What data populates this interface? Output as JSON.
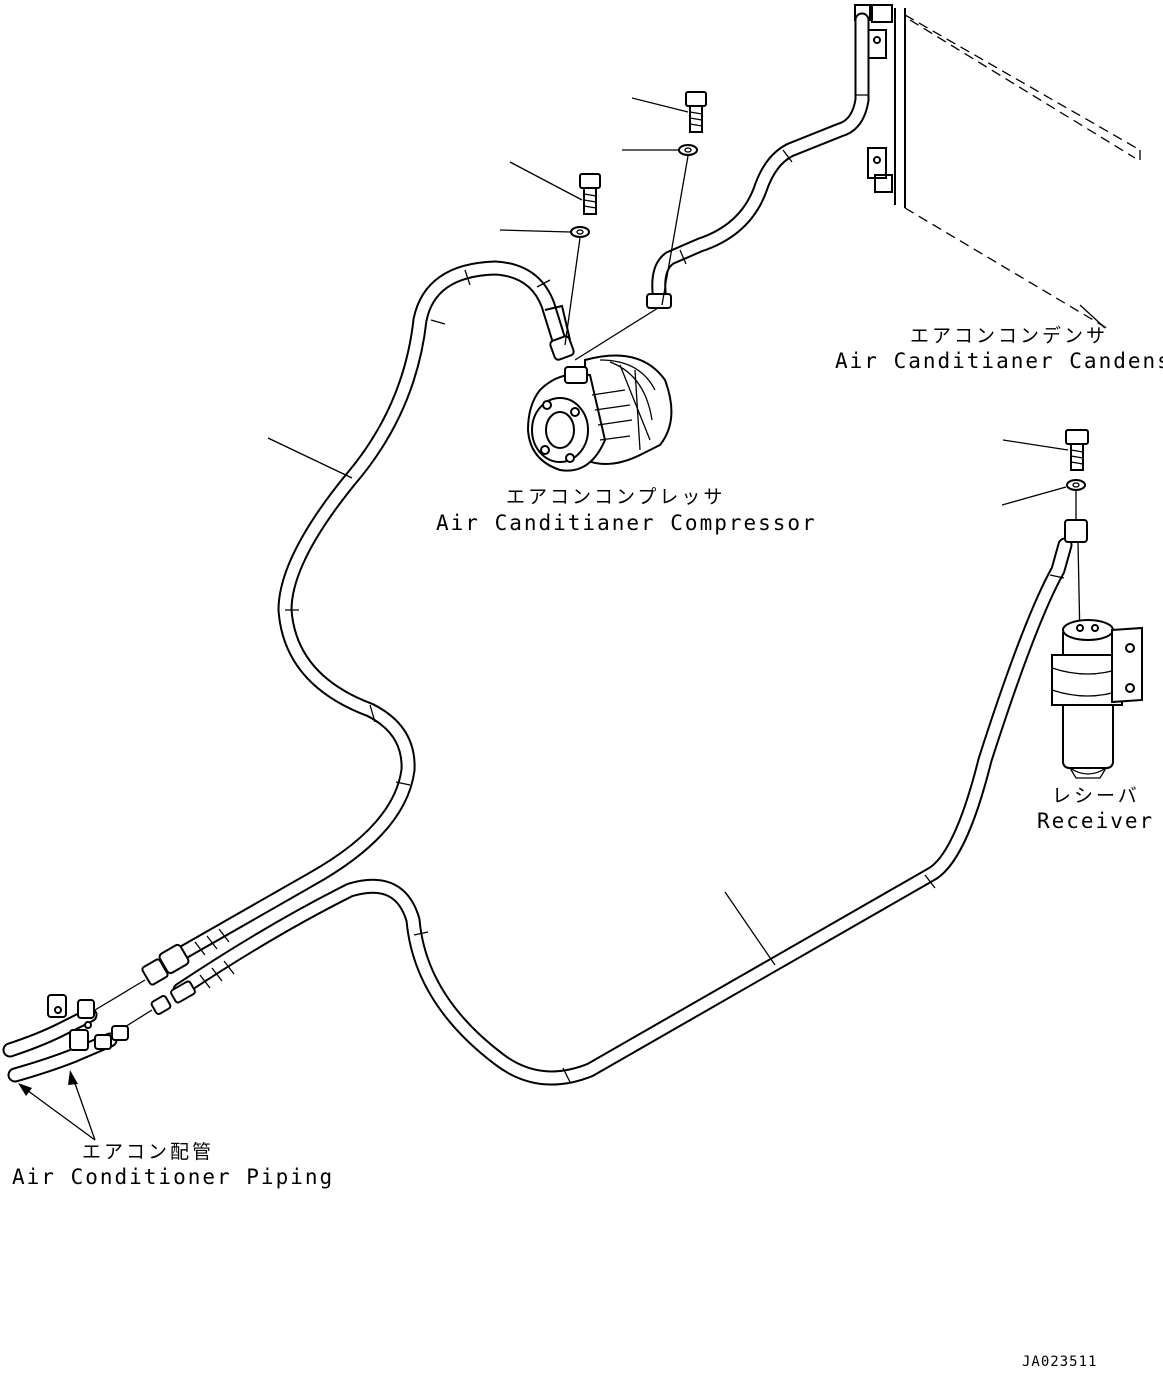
{
  "labels": {
    "condenser_jp": "エアコンコンデンサ",
    "condenser_en": "Air Canditianer Candenser",
    "compressor_jp": "エアコンコンプレッサ",
    "compressor_en": "Air Canditianer Compressor",
    "receiver_jp": "レシーバ",
    "receiver_en": "Receiver",
    "piping_jp": "エアコン配管",
    "piping_en": "Air Conditioner Piping"
  },
  "drawing_code": "JA023511"
}
